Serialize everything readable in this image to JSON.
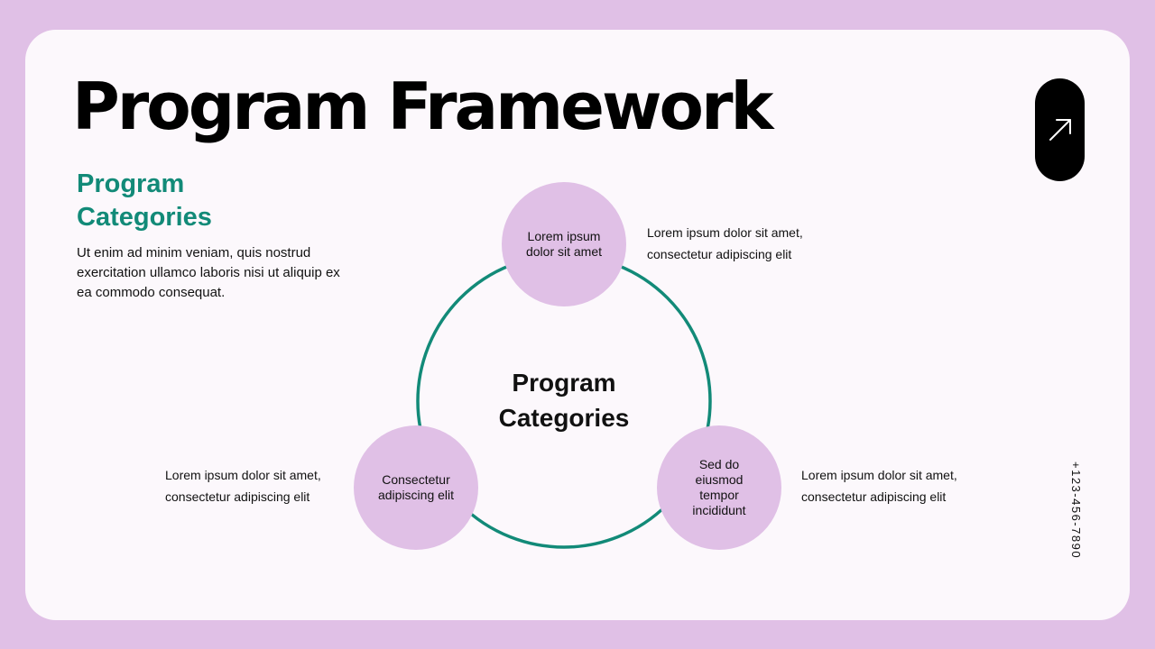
{
  "slide": {
    "title": "Program Framework",
    "subheading": "Program Categories",
    "intro": "Ut enim ad minim veniam, quis nostrud exercitation ullamco laboris nisi ut aliquip ex ea commodo consequat.",
    "phone": "+123-456-7890",
    "arrow_icon": "arrow-up-right-icon"
  },
  "diagram": {
    "center_label": "Program Categories",
    "nodes": [
      {
        "label": "Lorem ipsum dolor sit amet",
        "description": "Lorem ipsum dolor sit amet, consectetur adipiscing elit"
      },
      {
        "label": "Consectetur adipiscing elit",
        "description": "Lorem ipsum dolor sit amet, consectetur adipiscing elit"
      },
      {
        "label": "Sed do eiusmod tempor incididunt",
        "description": "Lorem ipsum dolor sit amet, consectetur adipiscing elit"
      }
    ]
  },
  "colors": {
    "background": "#e0c0e6",
    "card": "#fcf8fc",
    "accent": "#128a78",
    "node_fill": "#e0c0e6",
    "text": "#111111"
  }
}
